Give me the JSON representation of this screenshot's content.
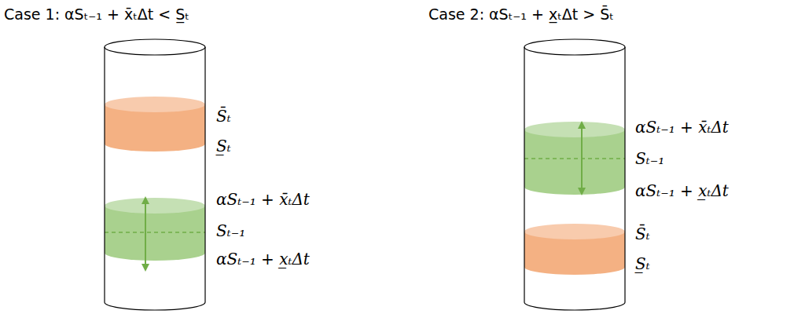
{
  "diagram": {
    "labels": [
      "Case 1: αSₜ₋₁ + x̄ₜΔt < S̲ₜ",
      "S̄ₜ",
      "S̲ₜ",
      "αSₜ₋₁ + x̄ₜΔt",
      "Sₜ₋₁",
      "αSₜ₋₁ + x̲ₜΔt",
      "Case 2: αSₜ₋₁ + x̲ₜΔt > S̄ₜ",
      "αSₜ₋₁ + x̄ₜΔt",
      "Sₜ₋₁",
      "αSₜ₋₁ + x̲ₜΔt",
      "S̄ₜ",
      "S̲ₜ"
    ]
  }
}
